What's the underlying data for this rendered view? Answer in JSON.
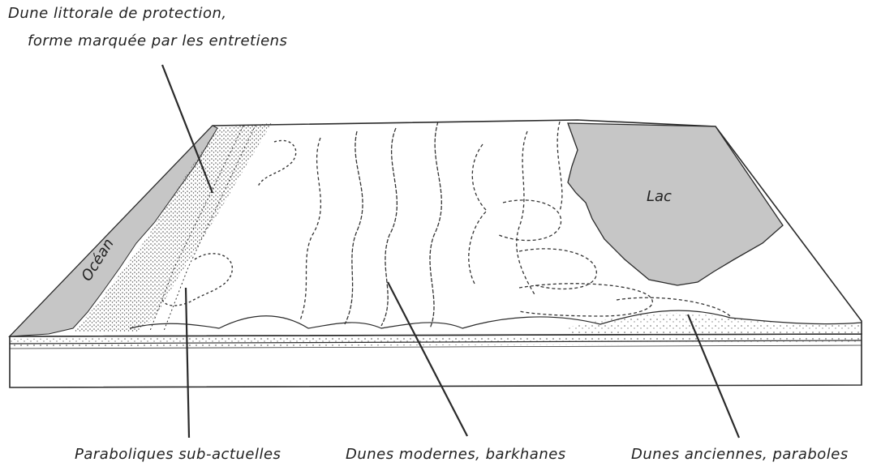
{
  "labels": {
    "top_line1": "Dune littorale de protection,",
    "top_line2": "forme marquée par les entretiens",
    "ocean": "Océan",
    "lake": "Lac",
    "bottom_left": "Paraboliques sub-actuelles",
    "bottom_middle": "Dunes modernes, barkhanes",
    "bottom_right": "Dunes anciennes, paraboles"
  },
  "colors": {
    "water": "#c6c6c6",
    "ink": "#2a2a2a",
    "paper": "#ffffff"
  }
}
